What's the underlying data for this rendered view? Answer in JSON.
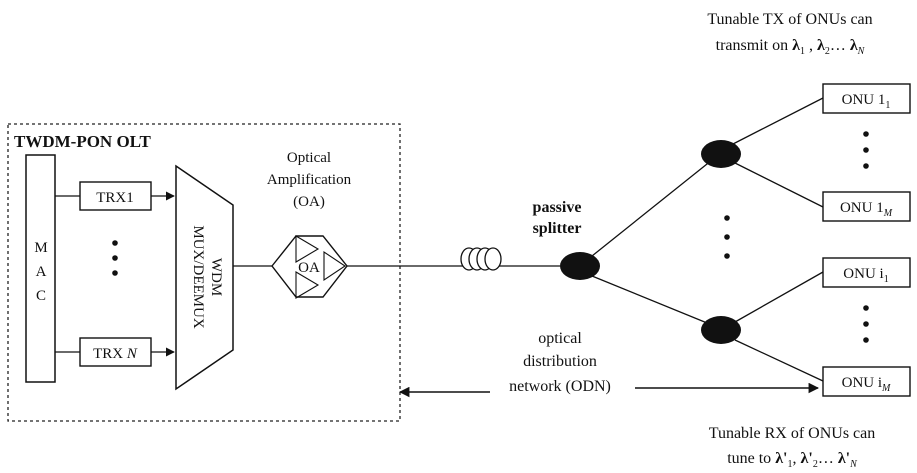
{
  "olt": {
    "title": "TWDM-PON OLT",
    "mac": [
      "M",
      "A",
      "C"
    ],
    "trx_first": "TRX1",
    "trx_last_prefix": "TRX ",
    "trx_last_var": "N",
    "mux": [
      "WDM",
      "MUX/DEEMUX"
    ],
    "oa_heading": [
      "Optical",
      "Amplification",
      "(OA)"
    ],
    "oa_box": "OA"
  },
  "splitter_label": [
    "passive",
    "splitter"
  ],
  "odn_label": [
    "optical",
    "distribution",
    "network (ODN)"
  ],
  "tx_note": {
    "line1": "Tunable TX of ONUs can",
    "line2_prefix": "transmit on ",
    "l1": "λ",
    "l1_sub": "1",
    "sep1": " , ",
    "l2": "λ",
    "l2_sub": "2",
    "ellipsis": "… ",
    "lN": "λ",
    "lN_sub": "N"
  },
  "rx_note": {
    "line1": "Tunable RX of ONUs can",
    "line2_prefix": "tune to ",
    "a1": "λ'",
    "a1_sub": "1",
    "sep1": ", ",
    "a2": "λ'",
    "a2_sub": "2",
    "ellipsis": "… ",
    "aN": "λ'",
    "aN_sub": "N"
  },
  "onus": [
    {
      "name": "ONU 1",
      "sub": "1"
    },
    {
      "name": "ONU 1",
      "sub": "M"
    },
    {
      "name": "ONU i",
      "sub": "1"
    },
    {
      "name": "ONU i",
      "sub": "M"
    }
  ]
}
